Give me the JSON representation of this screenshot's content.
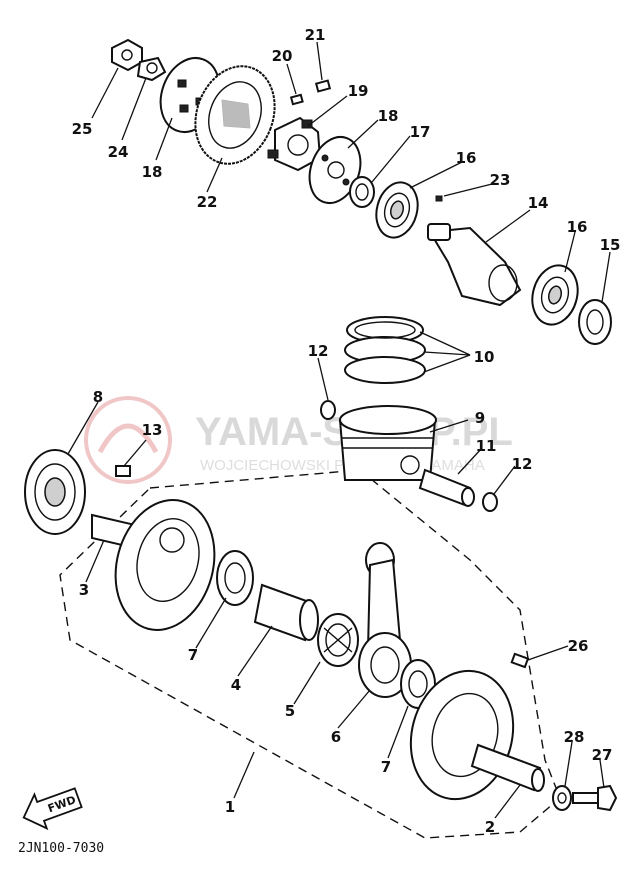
{
  "diagram": {
    "part_code": "2JN100-7030",
    "fwd_label": "FWD",
    "watermark": {
      "main": "YAMA-SKLEP.PL",
      "sub": "WOJCIECHOWSKI PARTS FOR YAMAHA",
      "color": "#e8a0a0"
    },
    "callouts": {
      "c1": "1",
      "c2": "2",
      "c3": "3",
      "c4": "4",
      "c5": "5",
      "c6": "6",
      "c7a": "7",
      "c7b": "7",
      "c8": "8",
      "c9": "9",
      "c10": "10",
      "c11": "11",
      "c12a": "12",
      "c12b": "12",
      "c13": "13",
      "c14": "14",
      "c15": "15",
      "c16a": "16",
      "c16b": "16",
      "c17": "17",
      "c18a": "18",
      "c18b": "18",
      "c19": "19",
      "c20": "20",
      "c21": "21",
      "c22": "22",
      "c23": "23",
      "c24": "24",
      "c25": "25",
      "c26": "26",
      "c27": "27",
      "c28": "28"
    }
  }
}
